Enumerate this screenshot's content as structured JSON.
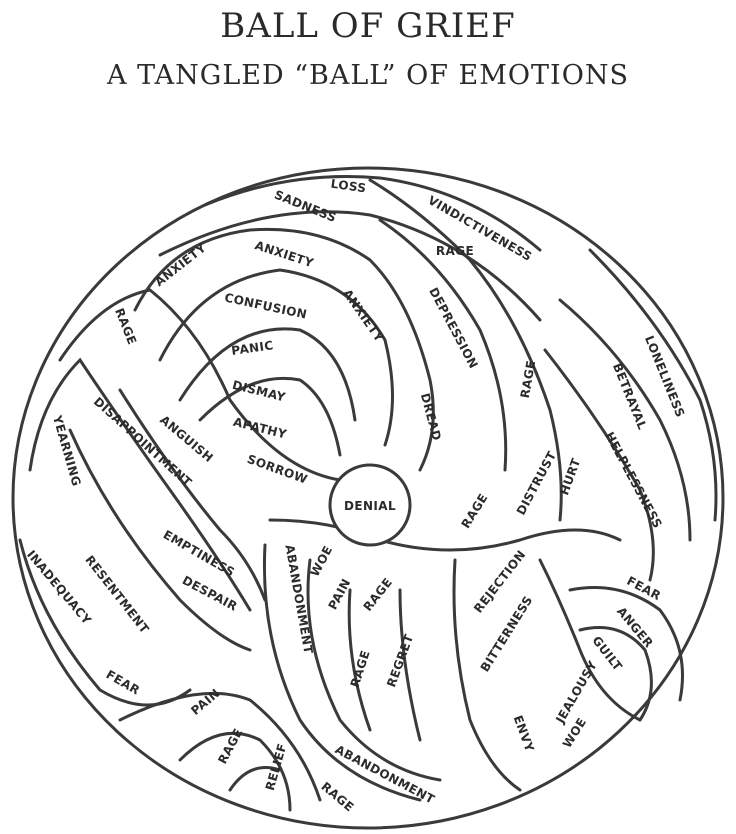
{
  "title": "BALL OF GRIEF",
  "subtitle": "A TANGLED “BALL” OF EMOTIONS",
  "center_label": "DENIAL",
  "emotions": [
    "LOSS",
    "SADNESS",
    "VINDICTIVENESS",
    "ANXIETY",
    "ANXIETY",
    "ANXIETY",
    "RAGE",
    "DEPRESSION",
    "CONFUSION",
    "RAGE",
    "LONELINESS",
    "PANIC",
    "BETRAYAL",
    "DISMAY",
    "DREAD",
    "RAGE",
    "YEARNING",
    "DISAPPOINTMENT",
    "ANGUISH",
    "APATHY",
    "HELPLESSNESS",
    "SORROW",
    "DISTRUST",
    "HURT",
    "RAGE",
    "EMPTINESS",
    "ABANDONMENT",
    "WOE",
    "PAIN",
    "RESENTMENT",
    "INADEQUACY",
    "DESPAIR",
    "RAGE",
    "REJECTION",
    "FEAR",
    "BITTERNESS",
    "ANGER",
    "GUILT",
    "REGRET",
    "RAGE",
    "JEALOUSY",
    "FEAR",
    "PAIN",
    "RAGE",
    "RELIEF",
    "ABANDONMENT",
    "WOE",
    "ENVY",
    "RAGE"
  ]
}
